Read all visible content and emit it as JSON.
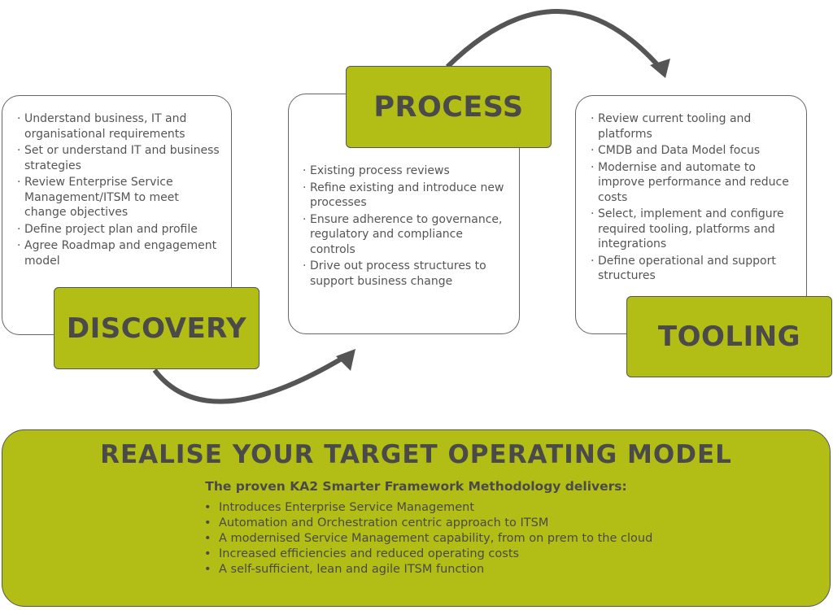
{
  "colors": {
    "accent": "#b2bd15",
    "text": "#555555",
    "arrow": "#555555"
  },
  "discovery": {
    "title": "DISCOVERY",
    "items": [
      "Understand business, IT and organisational requirements",
      "Set or understand IT and business strategies",
      "Review Enterprise Service Management/ITSM to meet change objectives",
      "Define project plan and profile",
      "Agree Roadmap and engagement model"
    ]
  },
  "process": {
    "title": "PROCESS",
    "items": [
      "Existing process reviews",
      "Refine existing and introduce new processes",
      "Ensure adherence to governance, regulatory and compliance controls",
      "Drive out process structures to support business change"
    ]
  },
  "tooling": {
    "title": "TOOLING",
    "items": [
      "Review current tooling and platforms",
      "CMDB and Data Model focus",
      "Modernise and automate to improve performance and reduce costs",
      "Select, implement and configure required tooling, platforms and integrations",
      "Define operational and support structures"
    ]
  },
  "banner": {
    "title": "REALISE YOUR TARGET OPERATING MODEL",
    "subtitle": "The proven KA2 Smarter Framework Methodology delivers:",
    "items": [
      "Introduces Enterprise Service Management",
      "Automation and Orchestration centric approach to ITSM",
      "A modernised Service Management capability, from on prem to the cloud",
      "Increased efficiencies and reduced operating costs",
      "A self-sufficient, lean and agile ITSM function"
    ]
  }
}
